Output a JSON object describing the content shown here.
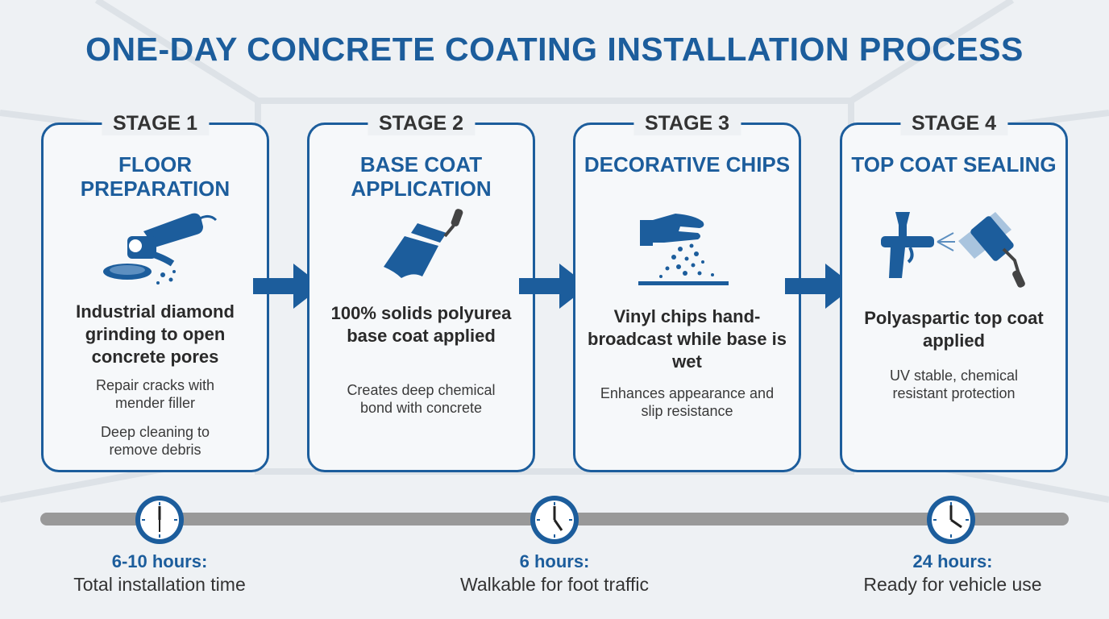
{
  "title": "ONE-DAY CONCRETE COATING INSTALLATION PROCESS",
  "colors": {
    "accent": "#1c5d9c",
    "timeline": "#999999",
    "background": "#eef1f4"
  },
  "stages": [
    {
      "tag": "STAGE 1",
      "title": "FLOOR PREPARATION",
      "icon": "angle-grinder-icon",
      "main": "Industrial diamond grinding to open concrete pores",
      "sub": [
        "Repair cracks with mender filler",
        "Deep cleaning to remove debris"
      ]
    },
    {
      "tag": "STAGE 2",
      "title": "BASE COAT APPLICATION",
      "icon": "paint-roller-icon",
      "main": "100% solids polyurea base coat applied",
      "sub": [
        "Creates deep chemical bond with concrete"
      ]
    },
    {
      "tag": "STAGE 3",
      "title": "DECORATIVE CHIPS",
      "icon": "hand-broadcast-icon",
      "main": "Vinyl chips hand-broadcast while base is wet",
      "sub": [
        "Enhances appearance and slip resistance"
      ]
    },
    {
      "tag": "STAGE 4",
      "title": "TOP COAT SEALING",
      "icon": "spray-gun-roller-icon",
      "main": "Polyaspartic top coat applied",
      "sub": [
        "UV stable, chemical resistant protection"
      ]
    }
  ],
  "milestones": [
    {
      "time": "6-10 hours:",
      "desc": "Total installation time"
    },
    {
      "time": "6 hours:",
      "desc": "Walkable for foot traffic"
    },
    {
      "time": "24 hours:",
      "desc": "Ready for vehicle use"
    }
  ]
}
